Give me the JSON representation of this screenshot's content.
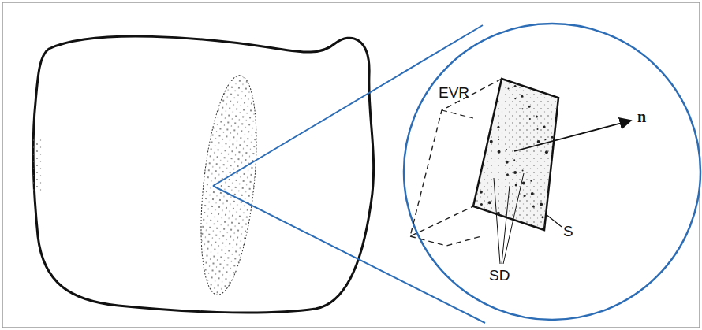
{
  "diagram": {
    "labels": [
      "EVR",
      "S",
      "SD",
      "n"
    ]
  }
}
